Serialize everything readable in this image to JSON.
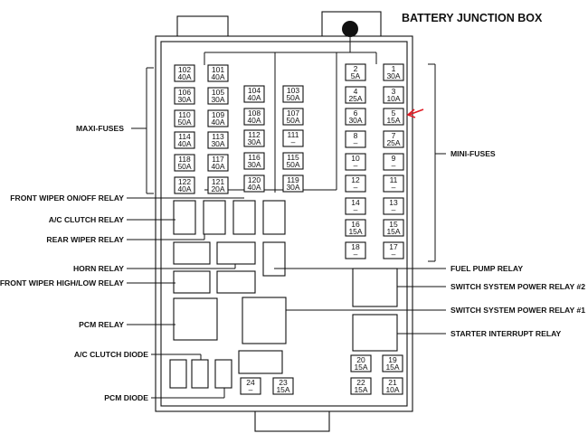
{
  "title": "BATTERY JUNCTION BOX",
  "colors": {
    "ink": "#111111",
    "arrow": "#e01b24",
    "paper": "#ffffff"
  },
  "fuses": {
    "f102": {
      "num": "102",
      "amp": "40A"
    },
    "f101": {
      "num": "101",
      "amp": "40A"
    },
    "f106": {
      "num": "106",
      "amp": "30A"
    },
    "f105": {
      "num": "105",
      "amp": "30A"
    },
    "f110": {
      "num": "110",
      "amp": "50A"
    },
    "f109": {
      "num": "109",
      "amp": "40A"
    },
    "f114": {
      "num": "114",
      "amp": "40A"
    },
    "f113": {
      "num": "113",
      "amp": "30A"
    },
    "f118": {
      "num": "118",
      "amp": "50A"
    },
    "f117": {
      "num": "117",
      "amp": "40A"
    },
    "f122": {
      "num": "122",
      "amp": "40A"
    },
    "f121": {
      "num": "121",
      "amp": "20A"
    },
    "f104": {
      "num": "104",
      "amp": "40A"
    },
    "f103": {
      "num": "103",
      "amp": "50A"
    },
    "f108": {
      "num": "108",
      "amp": "40A"
    },
    "f107": {
      "num": "107",
      "amp": "50A"
    },
    "f112": {
      "num": "112",
      "amp": "30A"
    },
    "f111": {
      "num": "111",
      "amp": "–"
    },
    "f116": {
      "num": "116",
      "amp": "30A"
    },
    "f115": {
      "num": "115",
      "amp": "50A"
    },
    "f120": {
      "num": "120",
      "amp": "40A"
    },
    "f119": {
      "num": "119",
      "amp": "30A"
    },
    "f2": {
      "num": "2",
      "amp": "5A"
    },
    "f1": {
      "num": "1",
      "amp": "30A"
    },
    "f4": {
      "num": "4",
      "amp": "25A"
    },
    "f3": {
      "num": "3",
      "amp": "10A"
    },
    "f6": {
      "num": "6",
      "amp": "30A"
    },
    "f5": {
      "num": "5",
      "amp": "15A"
    },
    "f8": {
      "num": "8",
      "amp": "–"
    },
    "f7": {
      "num": "7",
      "amp": "25A"
    },
    "f10": {
      "num": "10",
      "amp": "–"
    },
    "f9": {
      "num": "9",
      "amp": "–"
    },
    "f12": {
      "num": "12",
      "amp": "–"
    },
    "f11": {
      "num": "11",
      "amp": "–"
    },
    "f14": {
      "num": "14",
      "amp": "–"
    },
    "f13": {
      "num": "13",
      "amp": "–"
    },
    "f16": {
      "num": "16",
      "amp": "15A"
    },
    "f15": {
      "num": "15",
      "amp": "15A"
    },
    "f18": {
      "num": "18",
      "amp": "–"
    },
    "f17": {
      "num": "17",
      "amp": "–"
    },
    "f20": {
      "num": "20",
      "amp": "15A"
    },
    "f19": {
      "num": "19",
      "amp": "15A"
    },
    "f22": {
      "num": "22",
      "amp": "15A"
    },
    "f21": {
      "num": "21",
      "amp": "10A"
    },
    "f24": {
      "num": "24",
      "amp": "–"
    },
    "f23": {
      "num": "23",
      "amp": "15A"
    }
  },
  "labels": {
    "maxi_fuses": "MAXI-FUSES",
    "mini_fuses": "MINI-FUSES",
    "front_wiper_onoff": "FRONT WIPER ON/OFF RELAY",
    "ac_clutch_relay": "A/C CLUTCH RELAY",
    "rear_wiper": "REAR WIPER RELAY",
    "horn": "HORN RELAY",
    "front_wiper_highlow": "FRONT WIPER HIGH/LOW RELAY",
    "pcm_relay": "PCM RELAY",
    "ac_clutch_diode": "A/C CLUTCH DIODE",
    "pcm_diode": "PCM DIODE",
    "fuel_pump": "FUEL PUMP RELAY",
    "ssp2": "SWITCH SYSTEM POWER RELAY #2",
    "ssp1": "SWITCH SYSTEM POWER RELAY #1",
    "starter_interrupt": "STARTER INTERRUPT RELAY"
  }
}
